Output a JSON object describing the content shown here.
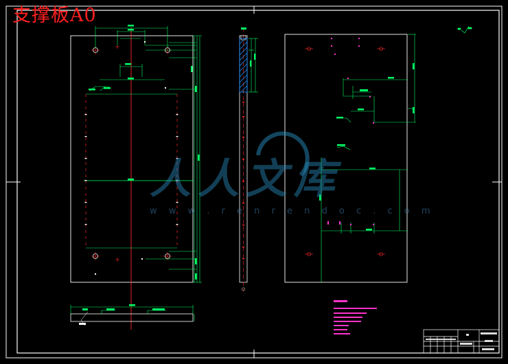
{
  "drawing": {
    "title": "支撑板A0",
    "watermark_text": "人人文库",
    "watermark_url": "w w w . r e n r e n d o c . c o m"
  },
  "colors": {
    "background": "#000000",
    "outline": "#ffffff",
    "dimension": "#00ff66",
    "center_line": "#ff2a2a",
    "notes": "#ff33cc",
    "hatch": "#1e90ff",
    "title": "#ff2020"
  },
  "icons": [
    "roughness-symbol-icon",
    "watermark-logo-icon"
  ]
}
